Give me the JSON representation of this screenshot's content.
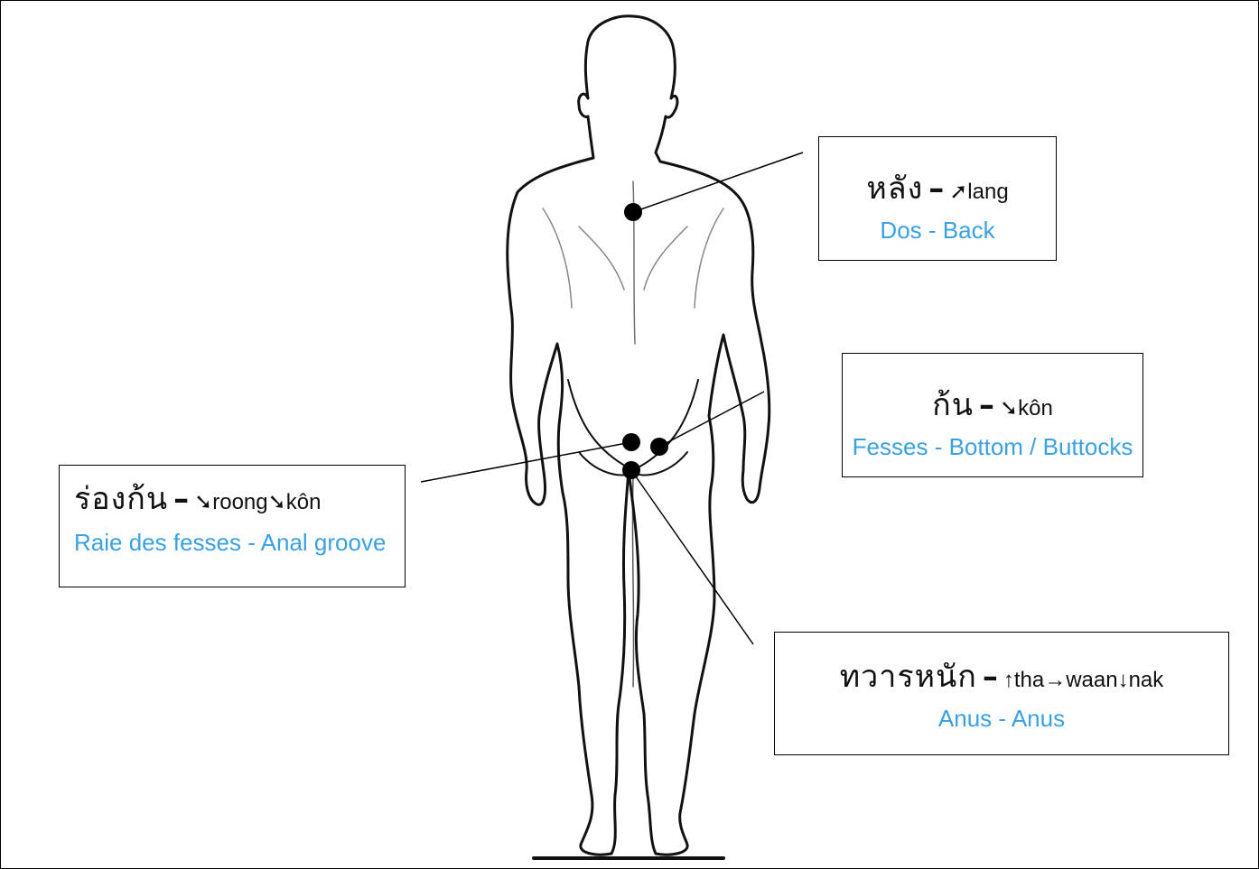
{
  "labels": {
    "back": {
      "thai": "หลัง",
      "dash": "–",
      "tone": "➚",
      "translit": "lang",
      "meaning": "Dos - Back"
    },
    "bottom": {
      "thai": "ก้น",
      "dash": "–",
      "tone": "➘",
      "translit": "kôn",
      "meaning": "Fesses - Bottom / Buttocks"
    },
    "groove": {
      "thai": "ร่องก้น",
      "dash": "–",
      "tone1": "➘",
      "translit1": "roong",
      "tone2": "➘",
      "translit2": "kôn",
      "meaning": "Raie des fesses - Anal groove"
    },
    "anus": {
      "thai": "ทวารหนัก",
      "dash": "–",
      "tone1": "↑",
      "translit1": "tha",
      "tone2": "→",
      "translit2": "waan",
      "tone3": "↓",
      "translit3": "nak",
      "meaning": "Anus - Anus"
    }
  },
  "colors": {
    "meaning_text": "#3aa0e0",
    "outline": "#000000",
    "background": "#ffffff"
  }
}
